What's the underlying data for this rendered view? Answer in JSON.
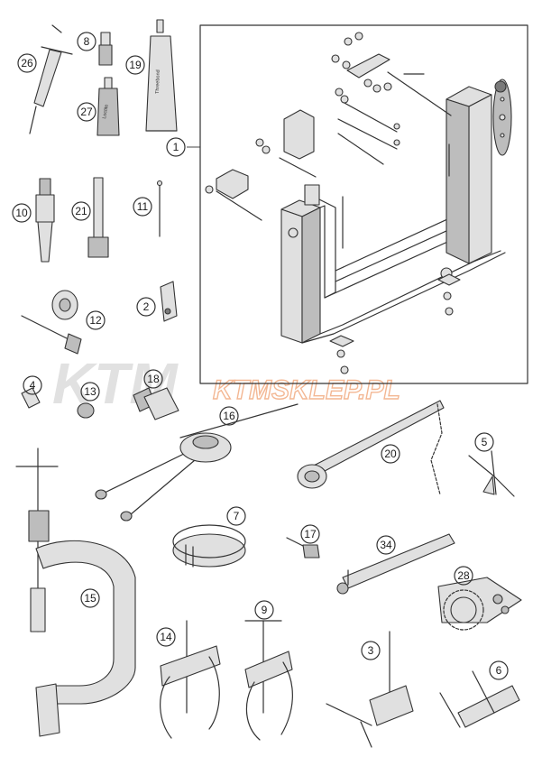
{
  "watermark": {
    "logo": "KTM",
    "site": "KTMSKLEP.PL"
  },
  "tube_label": [
    "Threebond",
    "Loctite"
  ],
  "callouts": [
    {
      "id": "c1",
      "label": "1"
    },
    {
      "id": "c2",
      "label": "2"
    },
    {
      "id": "c3",
      "label": "3"
    },
    {
      "id": "c4",
      "label": "4"
    },
    {
      "id": "c5",
      "label": "5"
    },
    {
      "id": "c6",
      "label": "6"
    },
    {
      "id": "c7",
      "label": "7"
    },
    {
      "id": "c8",
      "label": "8"
    },
    {
      "id": "c9",
      "label": "9"
    },
    {
      "id": "c10",
      "label": "10"
    },
    {
      "id": "c11",
      "label": "11"
    },
    {
      "id": "c12",
      "label": "12"
    },
    {
      "id": "c13",
      "label": "13"
    },
    {
      "id": "c14",
      "label": "14"
    },
    {
      "id": "c15",
      "label": "15"
    },
    {
      "id": "c16",
      "label": "16"
    },
    {
      "id": "c17",
      "label": "17"
    },
    {
      "id": "c18",
      "label": "18"
    },
    {
      "id": "c19",
      "label": "19"
    },
    {
      "id": "c20",
      "label": "20"
    },
    {
      "id": "c21",
      "label": "21"
    },
    {
      "id": "c26",
      "label": "26"
    },
    {
      "id": "c27",
      "label": "27"
    },
    {
      "id": "c28",
      "label": "28"
    },
    {
      "id": "c34",
      "label": "34"
    }
  ]
}
